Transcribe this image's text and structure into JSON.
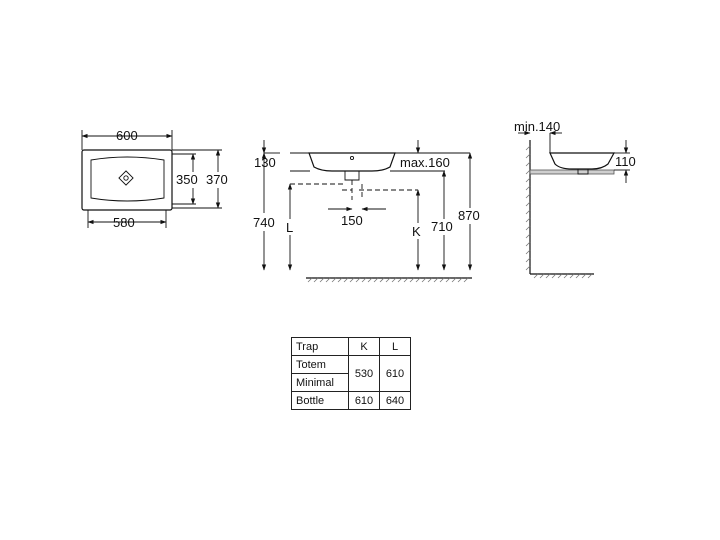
{
  "top_view": {
    "width_outer": "600",
    "width_inner": "580",
    "depth_outer": "370",
    "depth_inner": "350"
  },
  "front_view": {
    "rim_height": "130",
    "max_overhang": "max.160",
    "waste_offset": "150",
    "height_total": "870",
    "height_740": "740",
    "height_710": "710",
    "label_l": "L",
    "label_k": "K"
  },
  "side_view": {
    "min_clearance": "min.140",
    "basin_height": "110"
  },
  "trap_table": {
    "headers": [
      "Trap",
      "K",
      "L"
    ],
    "rows": [
      {
        "name": "Totem"
      },
      {
        "name": "Minimal"
      },
      {
        "name": "Bottle",
        "k": "610",
        "l": "640"
      }
    ],
    "shared": {
      "k": "530",
      "l": "610"
    }
  }
}
